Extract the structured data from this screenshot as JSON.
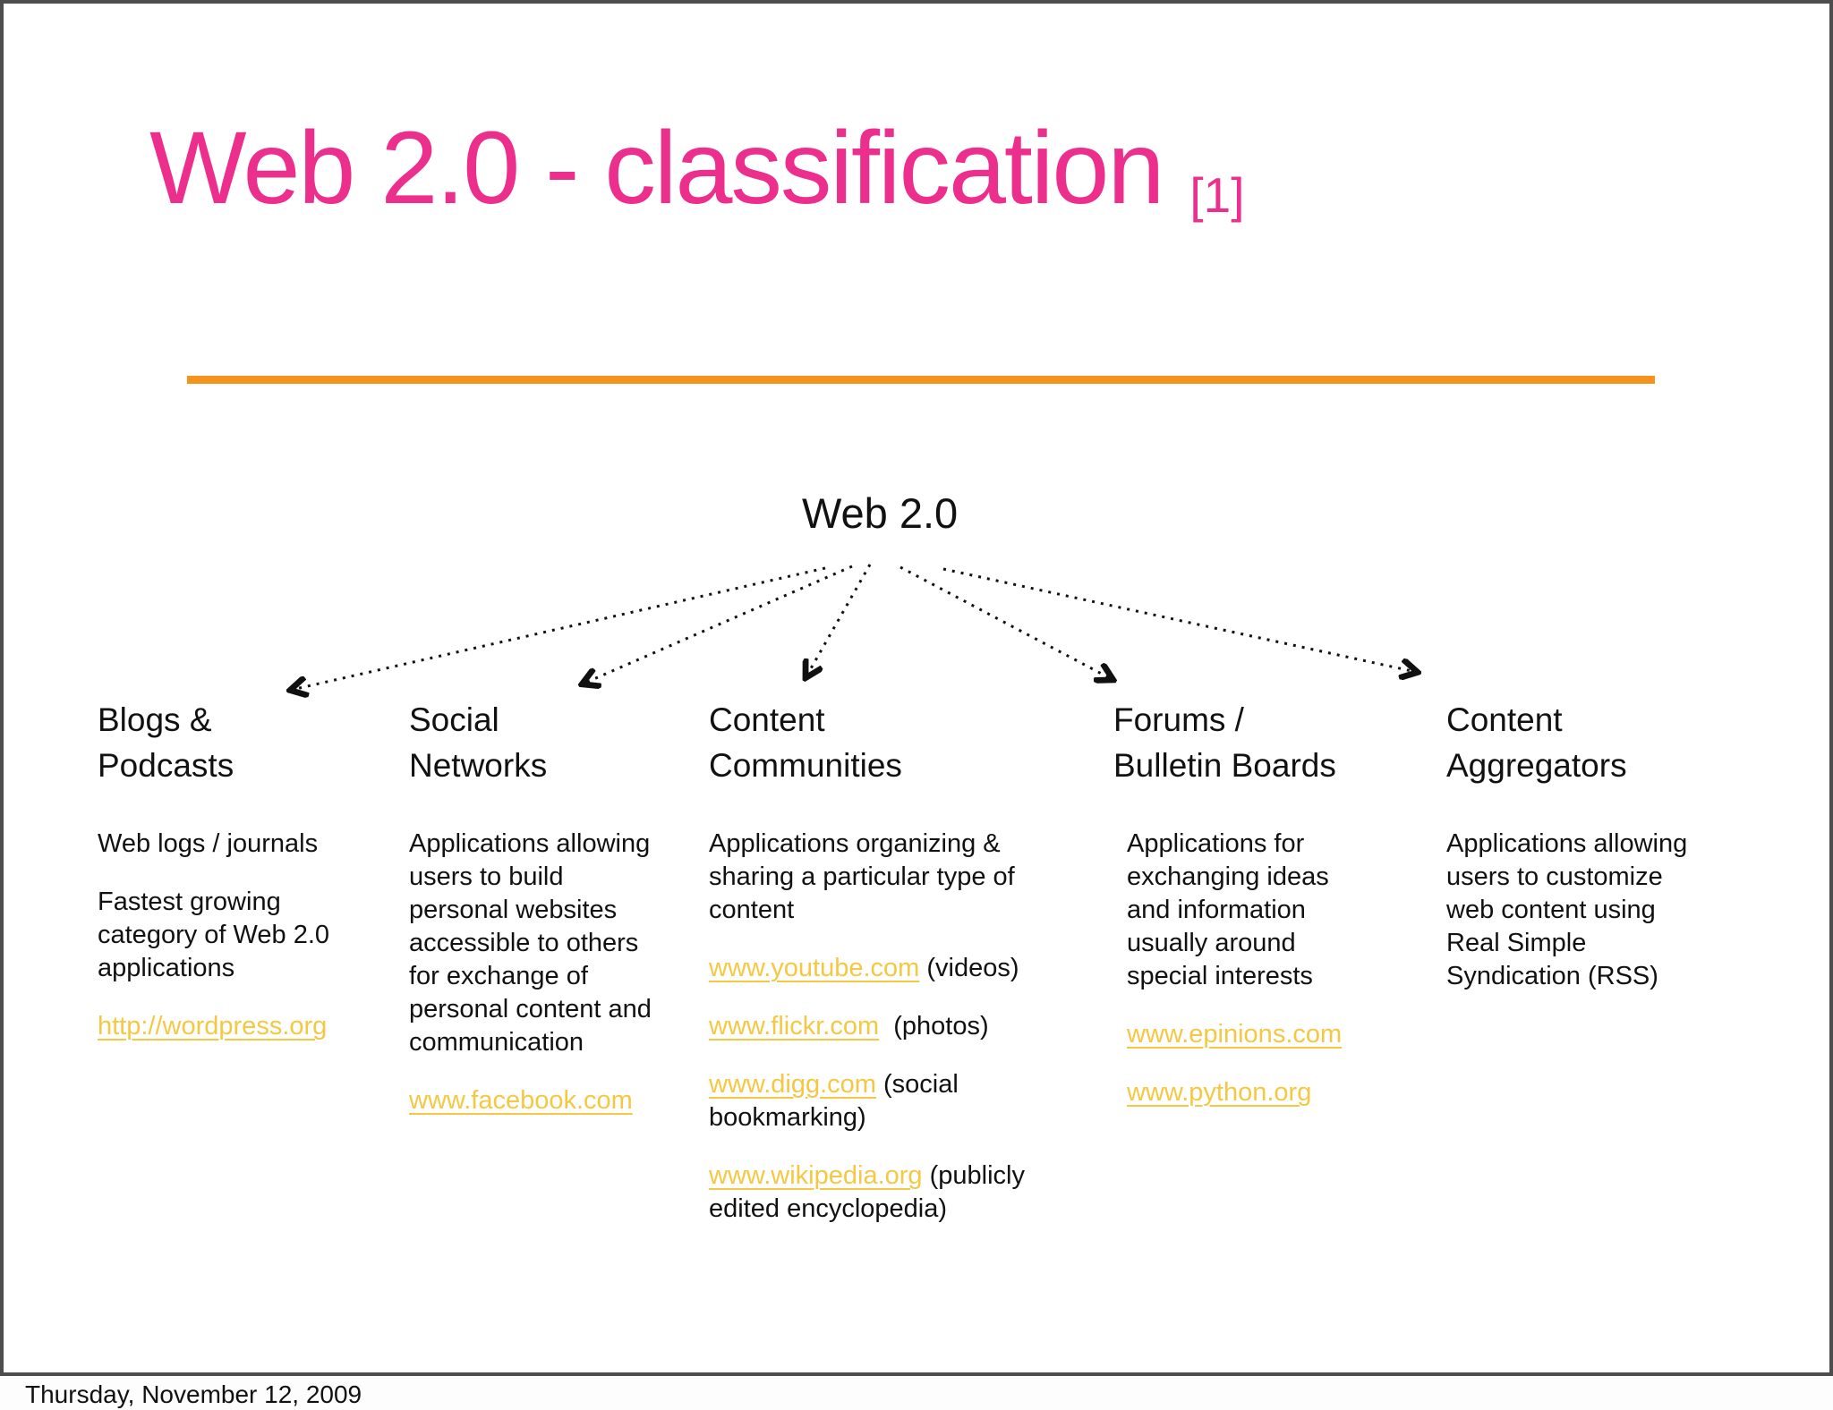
{
  "slide": {
    "title": "Web 2.0 - classification",
    "title_ref": "[1]"
  },
  "colors": {
    "title_pink": "#EC2E8D",
    "divider_orange": "#F6921E",
    "link_gold": "#F5C843",
    "text_black": "#111111",
    "slide_border_gray": "#4d4d4d"
  },
  "diagram": {
    "root": "Web 2.0",
    "branches": [
      "Blogs & Podcasts",
      "Social Networks",
      "Content Communities",
      "Forums / Bulletin Boards",
      "Content Aggregators"
    ]
  },
  "columns": [
    {
      "name": "blogs-podcasts",
      "header": "Blogs &\nPodcasts",
      "paragraphs": [
        {
          "parts": [
            {
              "text": "Web logs / journals",
              "link": false
            }
          ]
        },
        {
          "parts": [
            {
              "text": "Fastest growing category of Web 2.0 applications",
              "link": false
            }
          ]
        },
        {
          "parts": [
            {
              "text": "http://wordpress.org",
              "link": true
            }
          ]
        }
      ]
    },
    {
      "name": "social-networks",
      "header": "Social\nNetworks",
      "paragraphs": [
        {
          "parts": [
            {
              "text": "Applications allowing users to build personal websites accessible to others for exchange of personal content and communication",
              "link": false
            }
          ]
        },
        {
          "parts": [
            {
              "text": "www.facebook.com",
              "link": true
            }
          ]
        }
      ]
    },
    {
      "name": "content-communities",
      "header": "Content\nCommunities",
      "paragraphs": [
        {
          "parts": [
            {
              "text": "Applications organizing & sharing a particular type of content",
              "link": false
            }
          ]
        },
        {
          "parts": [
            {
              "text": "www.youtube.com",
              "link": true
            },
            {
              "text": " (videos)",
              "link": false
            }
          ]
        },
        {
          "parts": [
            {
              "text": "www.flickr.com",
              "link": true
            },
            {
              "text": "  (photos)",
              "link": false
            }
          ]
        },
        {
          "parts": [
            {
              "text": "www.digg.com",
              "link": true
            },
            {
              "text": " (social bookmarking)",
              "link": false
            }
          ]
        },
        {
          "parts": [
            {
              "text": "www.wikipedia.org",
              "link": true
            },
            {
              "text": " (publicly edited encyclopedia)",
              "link": false
            }
          ]
        }
      ]
    },
    {
      "name": "forums-bulletin-boards",
      "header": "Forums /\nBulletin Boards",
      "paragraphs": [
        {
          "parts": [
            {
              "text": "Applications for exchanging ideas and information usually around special interests",
              "link": false
            }
          ]
        },
        {
          "parts": [
            {
              "text": "www.epinions.com",
              "link": true
            }
          ]
        },
        {
          "parts": [
            {
              "text": "www.python.org",
              "link": true
            }
          ]
        }
      ]
    },
    {
      "name": "content-aggregators",
      "header": "Content\nAggregators",
      "paragraphs": [
        {
          "parts": [
            {
              "text": "Applications allowing users to customize web content using Real Simple Syndication (RSS)",
              "link": false
            }
          ]
        }
      ]
    }
  ],
  "footer": {
    "date": "Thursday, November 12, 2009"
  }
}
